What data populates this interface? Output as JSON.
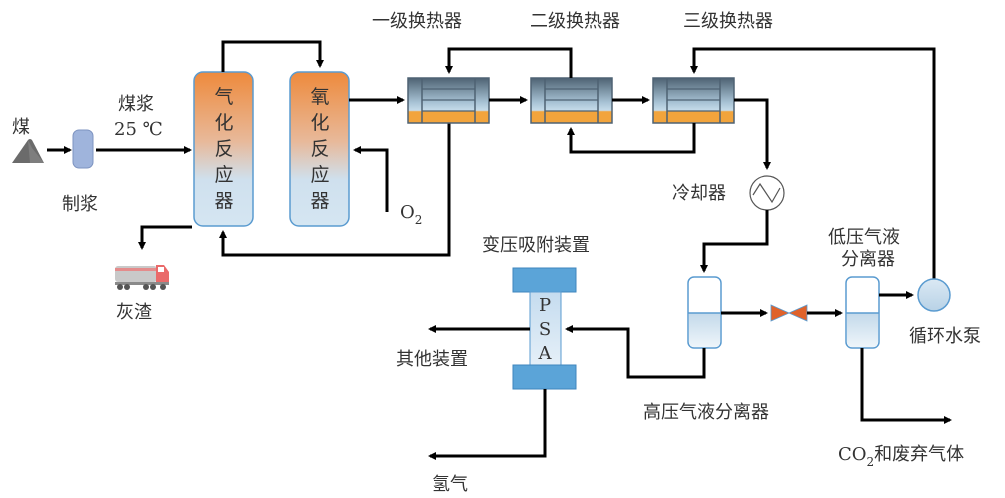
{
  "title": "煤气化制氢工艺流程",
  "colors": {
    "pipe": "#000000",
    "reactor_top": "#ee8a3c",
    "reactor_bottom": "#d5e6f2",
    "reactor_border": "#5a9bd0",
    "hx_dark": "#4e6273",
    "hx_light": "#c6dcea",
    "hx_liquid": "#f2a43c",
    "separator_liquid": "#c3d9ea",
    "separator_border": "#5a9bd0",
    "psa_flange": "#5ba4d8",
    "psa_body": "#cfe2f1",
    "valve": "#e0622a",
    "pump": "#cfe2f1",
    "slurry_tank": "#9fb4dc",
    "coal": "#6b6b6b",
    "truck_cab": "#ea6a6a",
    "truck_tank": "#c9c9c9"
  },
  "labels": {
    "coal": "煤",
    "slurry_prep": "制浆",
    "slurry_stream_1": "煤浆",
    "slurry_stream_2": "25 ℃",
    "ash": "灰渣",
    "oxygen": "O",
    "oxygen_sub": "2",
    "hx1": "一级换热器",
    "hx2": "二级换热器",
    "hx3": "三级换热器",
    "cooler": "冷却器",
    "psa_title": "变压吸附装置",
    "psa_p": "P",
    "psa_s": "S",
    "psa_a": "A",
    "other_units": "其他装置",
    "hydrogen": "氢气",
    "hp_separator": "高压气液分离器",
    "lp_separator_1": "低压气液",
    "lp_separator_2": "分离器",
    "pump": "循环水泵",
    "co2_main": "CO",
    "co2_sub": "2",
    "co2_rest": "和废弃气体"
  },
  "reactors": [
    {
      "id": "gasifier",
      "chars": [
        "气",
        "化",
        "反",
        "应",
        "器"
      ]
    },
    {
      "id": "oxidizer",
      "chars": [
        "氧",
        "化",
        "反",
        "应",
        "器"
      ]
    }
  ]
}
